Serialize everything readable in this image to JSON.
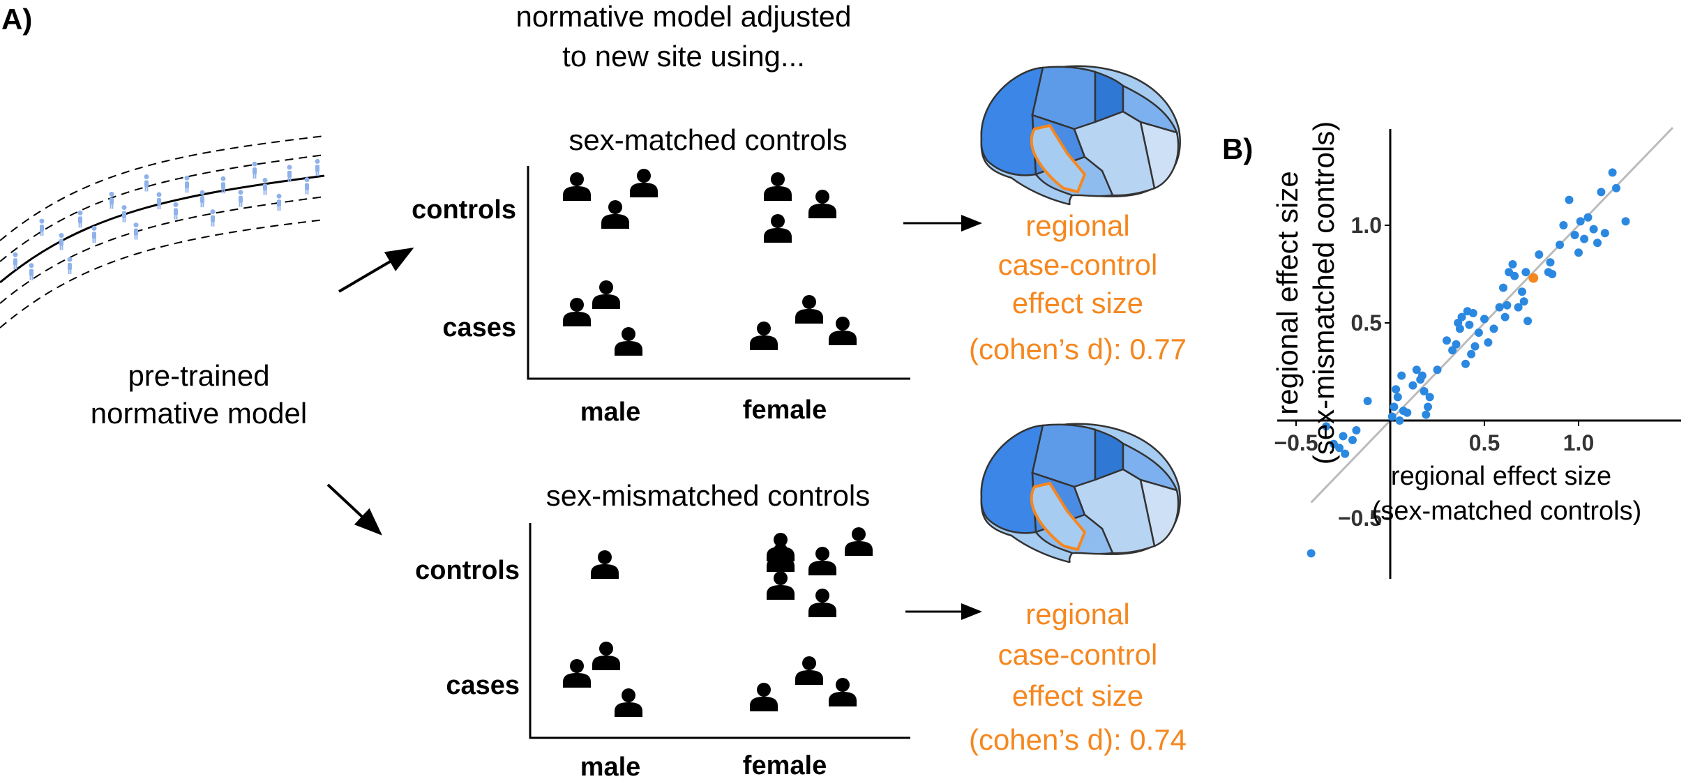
{
  "panel_a": {
    "label": "A)",
    "heading_lines": [
      "normative model adjusted",
      "to new site using..."
    ],
    "model_label_lines": [
      "pre-trained",
      "normative model"
    ],
    "scenarios": [
      {
        "title": "sex-matched controls",
        "row_labels": [
          "controls",
          "cases"
        ],
        "col_labels": [
          "male",
          "female"
        ],
        "counts": {
          "male_controls": 3,
          "female_controls": 3,
          "male_cases": 3,
          "female_cases": 3
        },
        "result_lines": [
          "regional",
          "case-control",
          "effect size",
          "(cohen’s d): 0.77"
        ]
      },
      {
        "title": "sex-mismatched controls",
        "row_labels": [
          "controls",
          "cases"
        ],
        "col_labels": [
          "male",
          "female"
        ],
        "counts": {
          "male_controls": 1,
          "female_controls": 6,
          "male_cases": 3,
          "female_cases": 3
        },
        "result_lines": [
          "regional",
          "case-control",
          "effect size",
          "(cohen’s d): 0.74"
        ]
      }
    ]
  },
  "panel_b": {
    "label": "B)"
  },
  "colors": {
    "accent": "#f5871f",
    "point": "#2b88e0",
    "highlight": "#f5871f",
    "identity_line": "#bbbbbb",
    "person": "#000000",
    "curve_person": "#8fb2ea"
  },
  "chart_data": {
    "type": "scatter",
    "xlabel": "regional effect size (sex-matched controls)",
    "ylabel": "regional effect size (sex-mismatched controls)",
    "xlabel_lines": [
      "regional effect size",
      "(sex-matched controls)"
    ],
    "ylabel_lines": [
      "regional effect size",
      "(sex-mismatched controls)"
    ],
    "xlim": [
      -0.6,
      1.5
    ],
    "ylim": [
      -0.85,
      1.5
    ],
    "xticks": [
      -0.5,
      0.5,
      1.0
    ],
    "xtick_labels": [
      "−0.5",
      "0.5",
      "1.0"
    ],
    "yticks": [
      -0.5,
      0.5,
      1.0
    ],
    "ytick_labels": [
      "−0.5",
      "0.5",
      "1.0"
    ],
    "identity_line": true,
    "grid": false,
    "points": [
      [
        -0.42,
        -0.68
      ],
      [
        -0.34,
        -0.03
      ],
      [
        -0.3,
        -0.12
      ],
      [
        -0.27,
        -0.14
      ],
      [
        -0.25,
        -0.08
      ],
      [
        -0.24,
        -0.17
      ],
      [
        -0.2,
        -0.1
      ],
      [
        -0.18,
        -0.05
      ],
      [
        -0.12,
        0.1
      ],
      [
        0.01,
        0.02
      ],
      [
        0.02,
        0.07
      ],
      [
        0.03,
        0.16
      ],
      [
        0.04,
        0.12
      ],
      [
        0.05,
        0.0
      ],
      [
        0.06,
        0.23
      ],
      [
        0.07,
        0.05
      ],
      [
        0.09,
        0.04
      ],
      [
        0.12,
        0.18
      ],
      [
        0.14,
        0.26
      ],
      [
        0.16,
        0.21
      ],
      [
        0.17,
        0.23
      ],
      [
        0.18,
        0.15
      ],
      [
        0.19,
        0.03
      ],
      [
        0.2,
        0.07
      ],
      [
        0.21,
        0.12
      ],
      [
        0.25,
        0.26
      ],
      [
        0.3,
        0.41
      ],
      [
        0.33,
        0.36
      ],
      [
        0.35,
        0.39
      ],
      [
        0.36,
        0.5
      ],
      [
        0.37,
        0.47
      ],
      [
        0.38,
        0.53
      ],
      [
        0.4,
        0.29
      ],
      [
        0.41,
        0.56
      ],
      [
        0.42,
        0.49
      ],
      [
        0.43,
        0.34
      ],
      [
        0.44,
        0.55
      ],
      [
        0.45,
        0.38
      ],
      [
        0.47,
        0.45
      ],
      [
        0.5,
        0.52
      ],
      [
        0.52,
        0.4
      ],
      [
        0.55,
        0.47
      ],
      [
        0.58,
        0.58
      ],
      [
        0.6,
        0.68
      ],
      [
        0.61,
        0.53
      ],
      [
        0.62,
        0.59
      ],
      [
        0.63,
        0.76
      ],
      [
        0.65,
        0.8
      ],
      [
        0.66,
        0.74
      ],
      [
        0.68,
        0.58
      ],
      [
        0.7,
        0.66
      ],
      [
        0.71,
        0.61
      ],
      [
        0.72,
        0.76
      ],
      [
        0.73,
        0.51
      ],
      [
        0.79,
        0.85
      ],
      [
        0.84,
        0.76
      ],
      [
        0.85,
        0.81
      ],
      [
        0.86,
        0.75
      ],
      [
        0.9,
        0.9
      ],
      [
        0.92,
        1.0
      ],
      [
        0.95,
        1.13
      ],
      [
        0.98,
        0.95
      ],
      [
        1.0,
        0.86
      ],
      [
        1.01,
        1.02
      ],
      [
        1.03,
        0.93
      ],
      [
        1.05,
        1.04
      ],
      [
        1.08,
        0.98
      ],
      [
        1.1,
        0.91
      ],
      [
        1.12,
        1.17
      ],
      [
        1.14,
        0.96
      ],
      [
        1.18,
        1.27
      ],
      [
        1.2,
        1.19
      ],
      [
        1.25,
        1.02
      ]
    ],
    "highlight_point": [
      0.76,
      0.73
    ]
  }
}
